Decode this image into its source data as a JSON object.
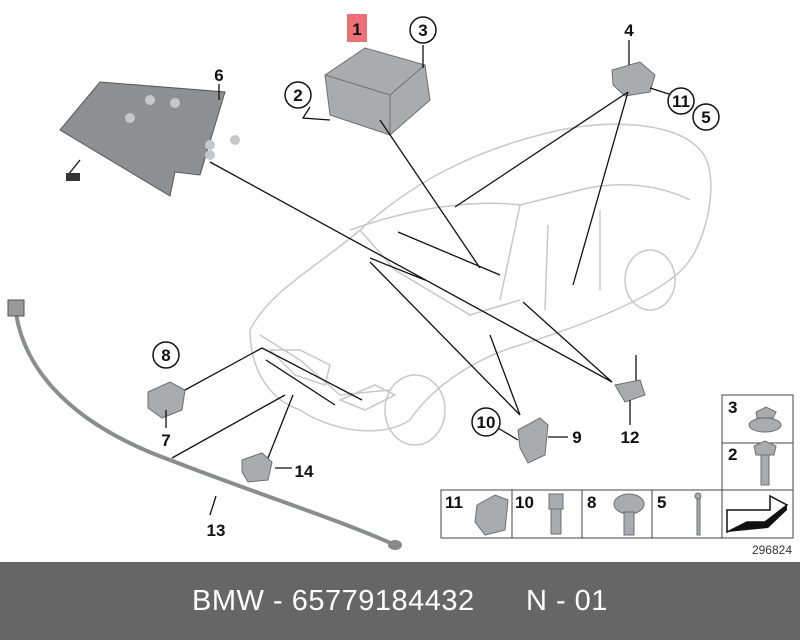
{
  "diagram": {
    "callouts": {
      "c1": "1",
      "c2": "2",
      "c3": "3",
      "c4": "4",
      "c5": "5",
      "c6": "6",
      "c7": "7",
      "c8": "8",
      "c9": "9",
      "c10": "10",
      "c11": "11",
      "c12": "12",
      "c13": "13",
      "c14": "14"
    },
    "legend": {
      "r3": "3",
      "r2": "2",
      "b11": "11",
      "b10": "10",
      "b8": "8",
      "b5": "5"
    },
    "diagram_number": "296824",
    "highlight_color": "#e8404a"
  },
  "footer": {
    "part_text": "BMW - 65779184432",
    "variant_text": "N - 01"
  }
}
